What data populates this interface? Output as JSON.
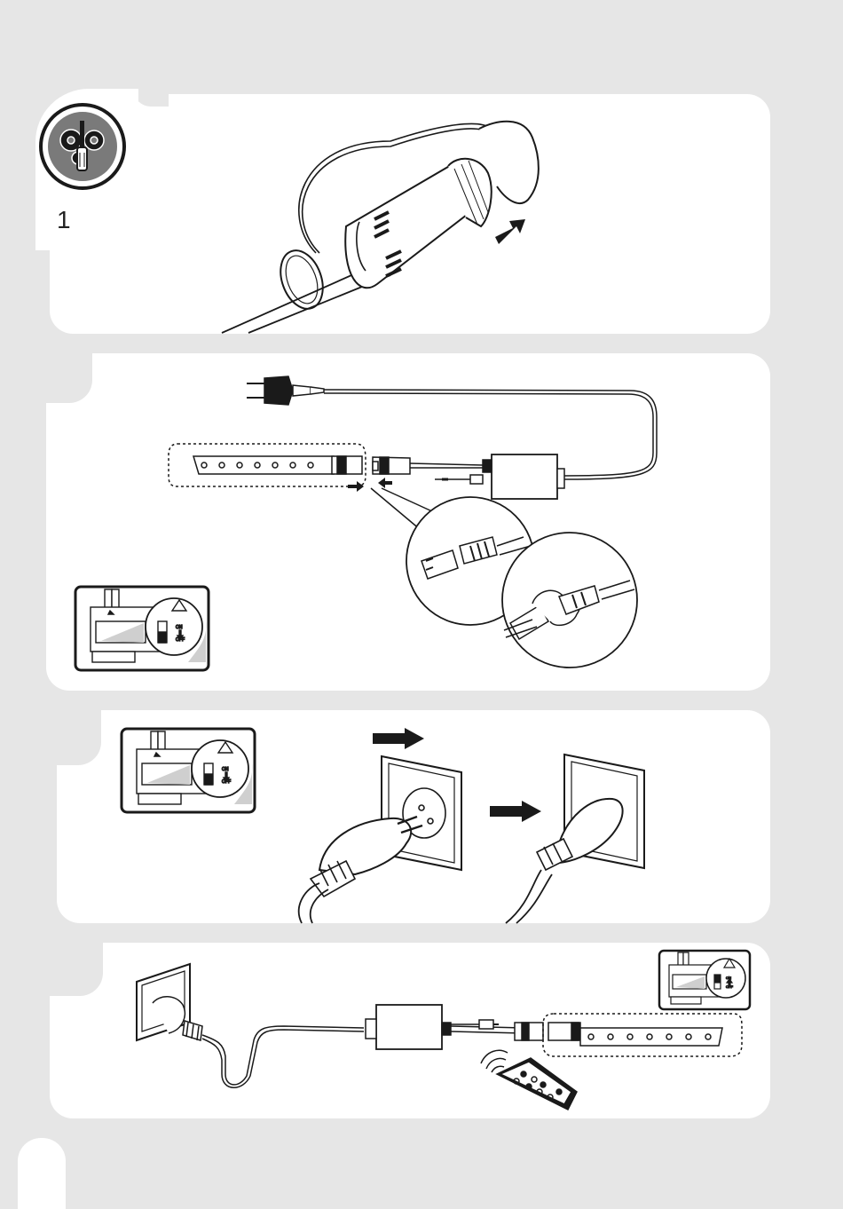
{
  "header": {
    "step_number": "1",
    "badge_icon": "tools-gears-icon"
  },
  "switch_labels": {
    "on": "ON",
    "off": "OFF"
  },
  "colors": {
    "background": "#e6e6e6",
    "panel": "#ffffff",
    "line": "#1a1a1a",
    "badge_fill": "#7a7a7a"
  },
  "panels": [
    {
      "name": "unscrew-connector",
      "icons": [
        "waterproof-connector",
        "cable-ring",
        "direction-arrow-icon"
      ]
    },
    {
      "name": "connect-strip",
      "icons": [
        "power-plug",
        "controller-box",
        "led-strip",
        "connector-detail-zoom",
        "switch-off-warning-icon"
      ]
    },
    {
      "name": "plug-into-socket",
      "icons": [
        "switch-off-warning-icon",
        "plug-socket",
        "direction-arrow-icon"
      ]
    },
    {
      "name": "remote-operation",
      "icons": [
        "wall-socket",
        "controller-box",
        "led-strip",
        "remote-control",
        "switch-on-warning-icon"
      ]
    }
  ]
}
